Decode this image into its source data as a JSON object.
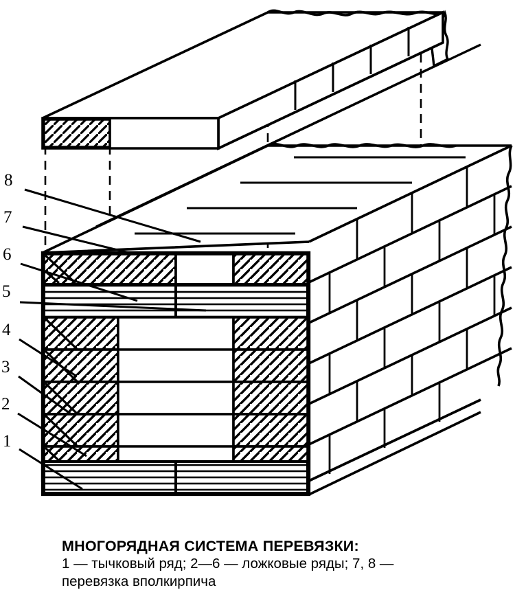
{
  "figure": {
    "title_ru": "МНОГОРЯДНАЯ СИСТЕМА ПЕРЕВЯЗКИ:",
    "subject": "multi-row brick masonry bonding system cutaway",
    "line_color": "#000000",
    "background_color": "#ffffff"
  },
  "callouts": [
    {
      "id": "8",
      "label": "8"
    },
    {
      "id": "7",
      "label": "7"
    },
    {
      "id": "6",
      "label": "6"
    },
    {
      "id": "5",
      "label": "5"
    },
    {
      "id": "4",
      "label": "4"
    },
    {
      "id": "3",
      "label": "3"
    },
    {
      "id": "2",
      "label": "2"
    },
    {
      "id": "1",
      "label": "1"
    }
  ],
  "caption": {
    "title": "МНОГОРЯДНАЯ СИСТЕМА ПЕРЕВЯЗКИ:",
    "line2": "1 — тычковый ряд; 2—6 — ложковые ряды; 7, 8 —",
    "line3": "перевязка вполкирпича"
  },
  "legend_terms": {
    "item_1": "1 — тычковый ряд",
    "items_2_6": "2—6 — ложковые ряды",
    "items_7_8": "7, 8 — перевязка вполкирпича"
  },
  "chart_data": {
    "type": "diagram",
    "title": "МНОГОРЯДНАЯ СИСТЕМА ПЕРЕВЯЗКИ:",
    "courses": [
      {
        "number": "1",
        "kind": "тычковый ряд",
        "hatch": "horizontal-lines",
        "position": "bottom"
      },
      {
        "number": "2",
        "kind": "ложковый ряд",
        "hatch": "diagonal",
        "position": "row-2"
      },
      {
        "number": "3",
        "kind": "ложковый ряд",
        "hatch": "diagonal",
        "position": "row-3"
      },
      {
        "number": "4",
        "kind": "ложковый ряд",
        "hatch": "diagonal",
        "position": "row-4"
      },
      {
        "number": "5",
        "kind": "ложковый ряд",
        "hatch": "diagonal",
        "position": "row-5"
      },
      {
        "number": "6",
        "kind": "ложковый ряд",
        "hatch": "diagonal",
        "position": "row-6"
      },
      {
        "number": "7",
        "kind": "перевязка вполкирпича",
        "hatch": "horizontal-lines",
        "position": "upper-header-band"
      },
      {
        "number": "8",
        "kind": "перевязка вполкирпича",
        "hatch": "diagonal",
        "position": "top-course"
      }
    ]
  }
}
